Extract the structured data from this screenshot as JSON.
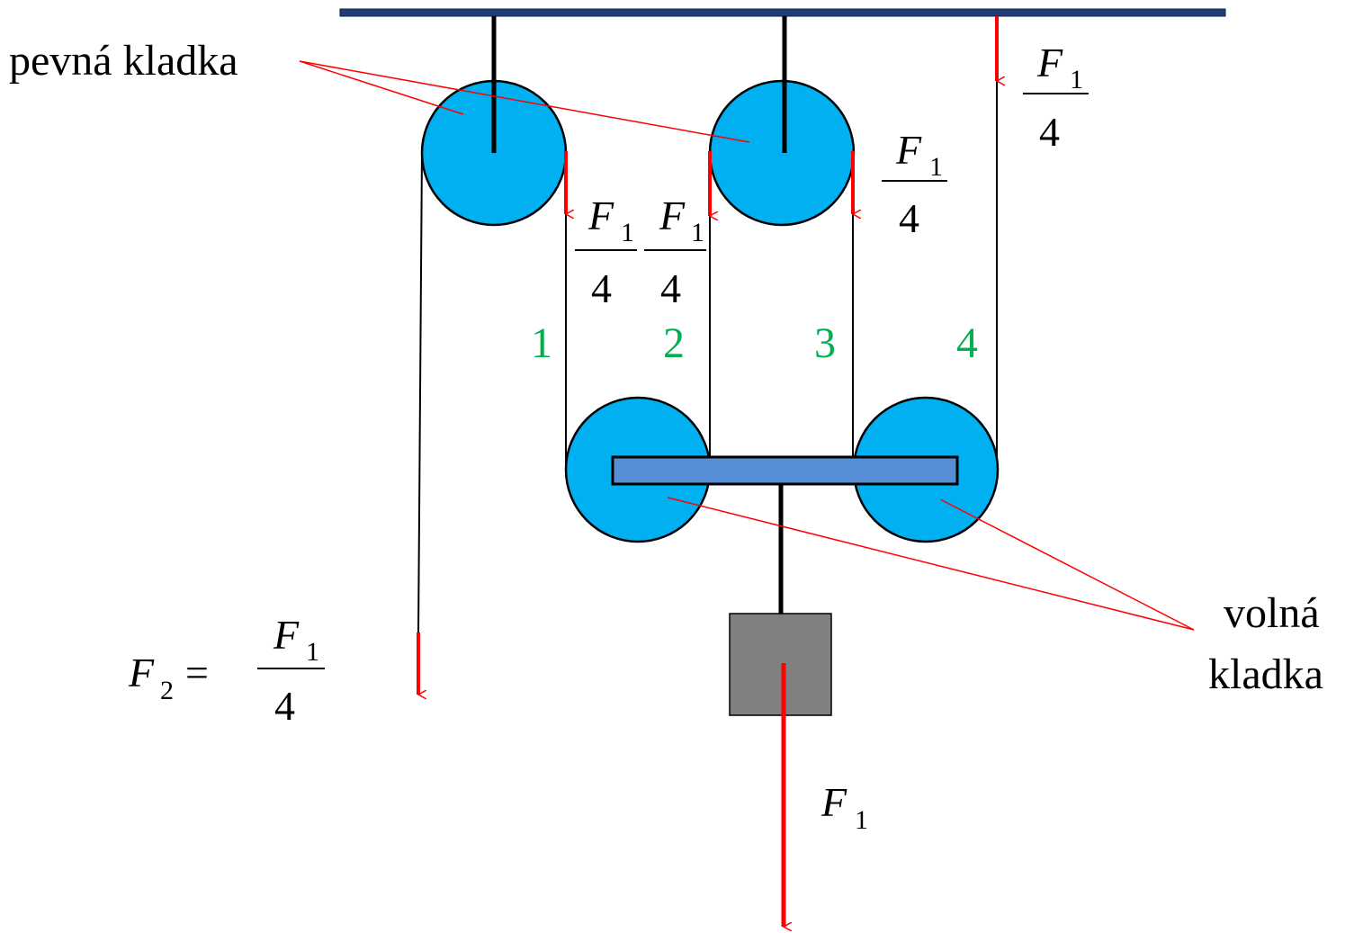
{
  "labels": {
    "fixed_pulley": "pevná kladka",
    "free_pulley_line1": "volná",
    "free_pulley_line2": "kladka"
  },
  "forces": {
    "symbol": "F",
    "sub_1": "1",
    "sub_2": "2",
    "denominator": "4",
    "equals": "="
  },
  "rope_numbers": [
    "1",
    "2",
    "3",
    "4"
  ],
  "colors": {
    "pulley": "#00b0f0",
    "ceiling": "#1f3f7a",
    "beam": "#558ed5",
    "weight": "#808080",
    "arrow": "#ff0000",
    "leader": "#ff0000",
    "rope": "#000000",
    "rope_number": "#00b050"
  }
}
